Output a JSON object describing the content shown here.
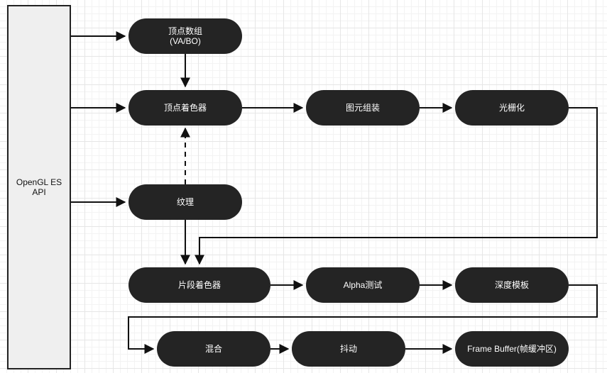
{
  "diagram": {
    "api_label": "OpenGL ES\nAPI",
    "nodes": {
      "vertex_array": "顶点数组\n(VA/BO)",
      "vertex_shader": "顶点着色器",
      "primitive_assembly": "图元组装",
      "rasterization": "光栅化",
      "texture": "纹理",
      "fragment_shader": "片段着色器",
      "alpha_test": "Alpha测试",
      "depth_stencil": "深度模板",
      "blending": "混合",
      "dithering": "抖动",
      "frame_buffer": "Frame Buffer(帧缓冲区)"
    }
  }
}
